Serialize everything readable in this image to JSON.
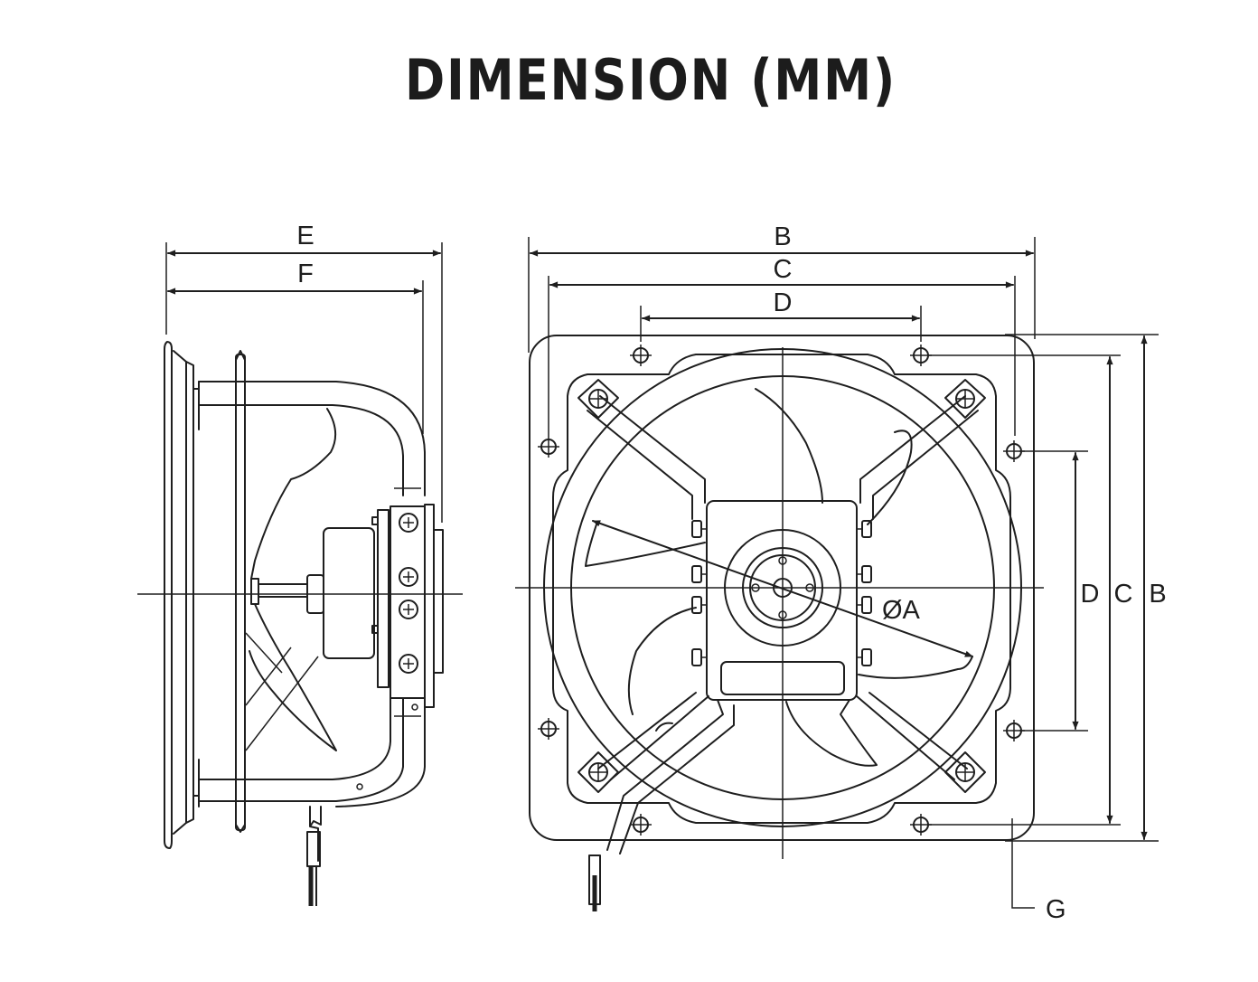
{
  "title": "DIMENSION (MM)",
  "side_view": {
    "labels": {
      "e": "E",
      "f": "F"
    }
  },
  "front_view": {
    "labels": {
      "b_top": "B",
      "c_top": "C",
      "d_top": "D",
      "d_right": "D",
      "c_right": "C",
      "b_right": "B",
      "diameter": "ØA",
      "g": "G"
    }
  }
}
